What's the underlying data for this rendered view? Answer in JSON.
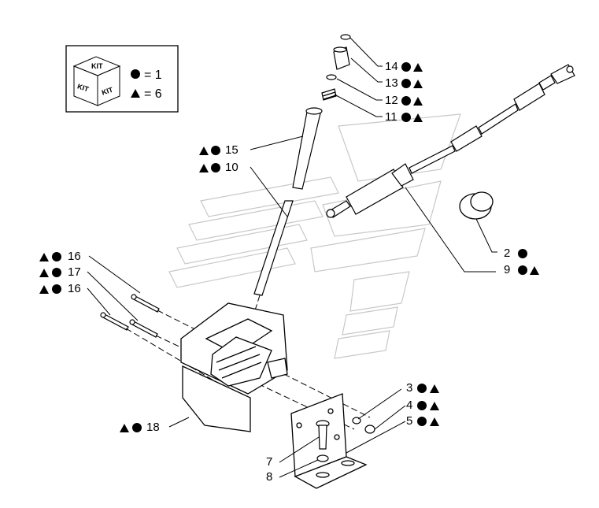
{
  "kit_legend": {
    "box_label": "KIT",
    "circle_value": "= 1",
    "triangle_value": "= 6"
  },
  "callouts": [
    {
      "id": "14",
      "label": "14",
      "symbols": "circle-triangle"
    },
    {
      "id": "13",
      "label": "13",
      "symbols": "circle-triangle"
    },
    {
      "id": "12",
      "label": "12",
      "symbols": "circle-triangle"
    },
    {
      "id": "11",
      "label": "11",
      "symbols": "circle-triangle"
    },
    {
      "id": "15",
      "label": "15",
      "symbols": "triangle-circle"
    },
    {
      "id": "10",
      "label": "10",
      "symbols": "triangle-circle"
    },
    {
      "id": "16a",
      "label": "16",
      "symbols": "triangle-circle"
    },
    {
      "id": "17",
      "label": "17",
      "symbols": "triangle-circle"
    },
    {
      "id": "16b",
      "label": "16",
      "symbols": "triangle-circle"
    },
    {
      "id": "2",
      "label": "2",
      "symbols": "circle"
    },
    {
      "id": "9",
      "label": "9",
      "symbols": "circle-triangle"
    },
    {
      "id": "3",
      "label": "3",
      "symbols": "circle-triangle"
    },
    {
      "id": "4",
      "label": "4",
      "symbols": "circle-triangle"
    },
    {
      "id": "5",
      "label": "5",
      "symbols": "circle-triangle"
    },
    {
      "id": "18",
      "label": "18",
      "symbols": "triangle-circle"
    },
    {
      "id": "7",
      "label": "7",
      "symbols": ""
    },
    {
      "id": "8",
      "label": "8",
      "symbols": ""
    }
  ]
}
